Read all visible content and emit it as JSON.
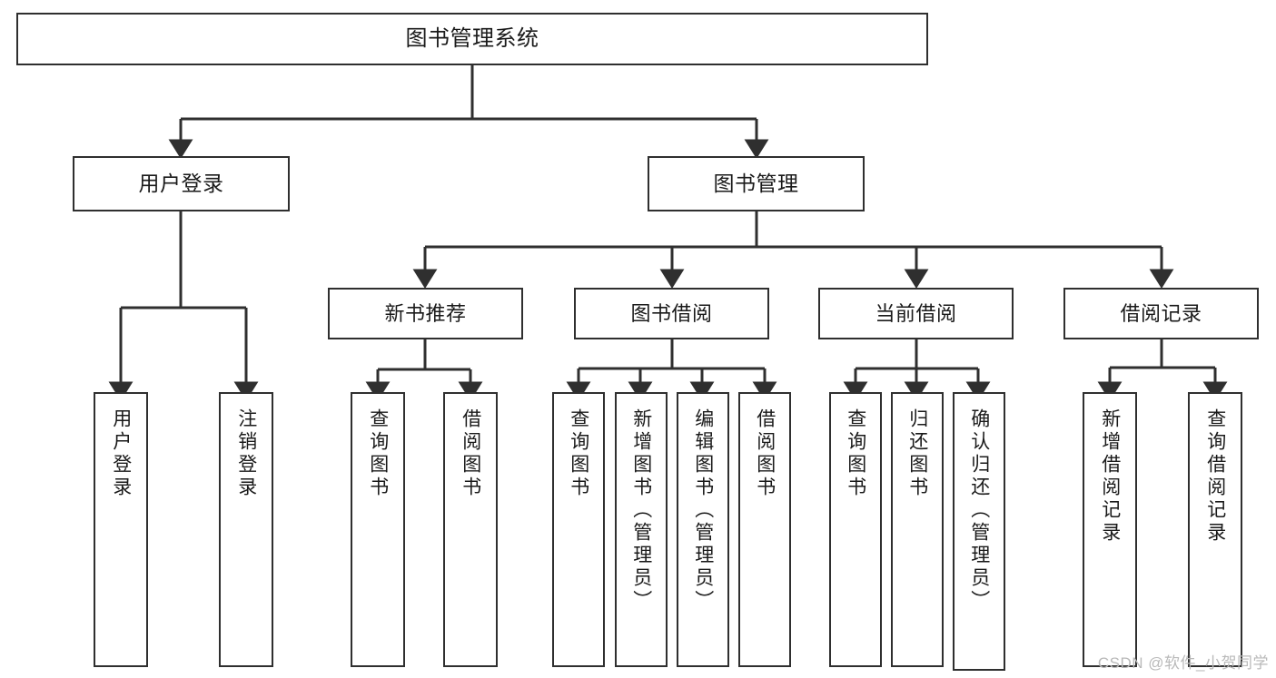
{
  "diagram": {
    "title_node": {
      "label": "图书管理系统"
    },
    "level1": [
      {
        "id": "user-login",
        "label": "用户登录"
      },
      {
        "id": "book-manage",
        "label": "图书管理"
      }
    ],
    "level2": [
      {
        "id": "new-book-recommend",
        "label": "新书推荐"
      },
      {
        "id": "book-borrow",
        "label": "图书借阅"
      },
      {
        "id": "current-borrow",
        "label": "当前借阅"
      },
      {
        "id": "borrow-record",
        "label": "借阅记录"
      }
    ],
    "leaves": {
      "user-login": [
        {
          "id": "leaf-user-login",
          "label": "用户登录"
        },
        {
          "id": "leaf-logout-login",
          "label": "注销登录"
        }
      ],
      "new-book-recommend": [
        {
          "id": "leaf-query-book-1",
          "label": "查询图书"
        },
        {
          "id": "leaf-borrow-book-1",
          "label": "借阅图书"
        }
      ],
      "book-borrow": [
        {
          "id": "leaf-query-book-2",
          "label": "查询图书"
        },
        {
          "id": "leaf-add-book",
          "label": "新增图书（管理员）"
        },
        {
          "id": "leaf-edit-book",
          "label": "编辑图书（管理员）"
        },
        {
          "id": "leaf-borrow-book-2",
          "label": "借阅图书"
        }
      ],
      "current-borrow": [
        {
          "id": "leaf-query-book-3",
          "label": "查询图书"
        },
        {
          "id": "leaf-return-book",
          "label": "归还图书"
        },
        {
          "id": "leaf-confirm-return",
          "label": "确认归还（管理员）"
        }
      ],
      "borrow-record": [
        {
          "id": "leaf-add-record",
          "label": "新增借阅记录"
        },
        {
          "id": "leaf-query-record",
          "label": "查询借阅记录"
        }
      ]
    }
  },
  "watermark": {
    "text": "CSDN @软件_小贺同学"
  },
  "colors": {
    "background": "#ffffff",
    "node_fill": "#ffffff",
    "node_border": "#2f2f2f",
    "connector": "#2f2f2f",
    "text": "#1a1a1a",
    "watermark": "#b9b9b9"
  }
}
